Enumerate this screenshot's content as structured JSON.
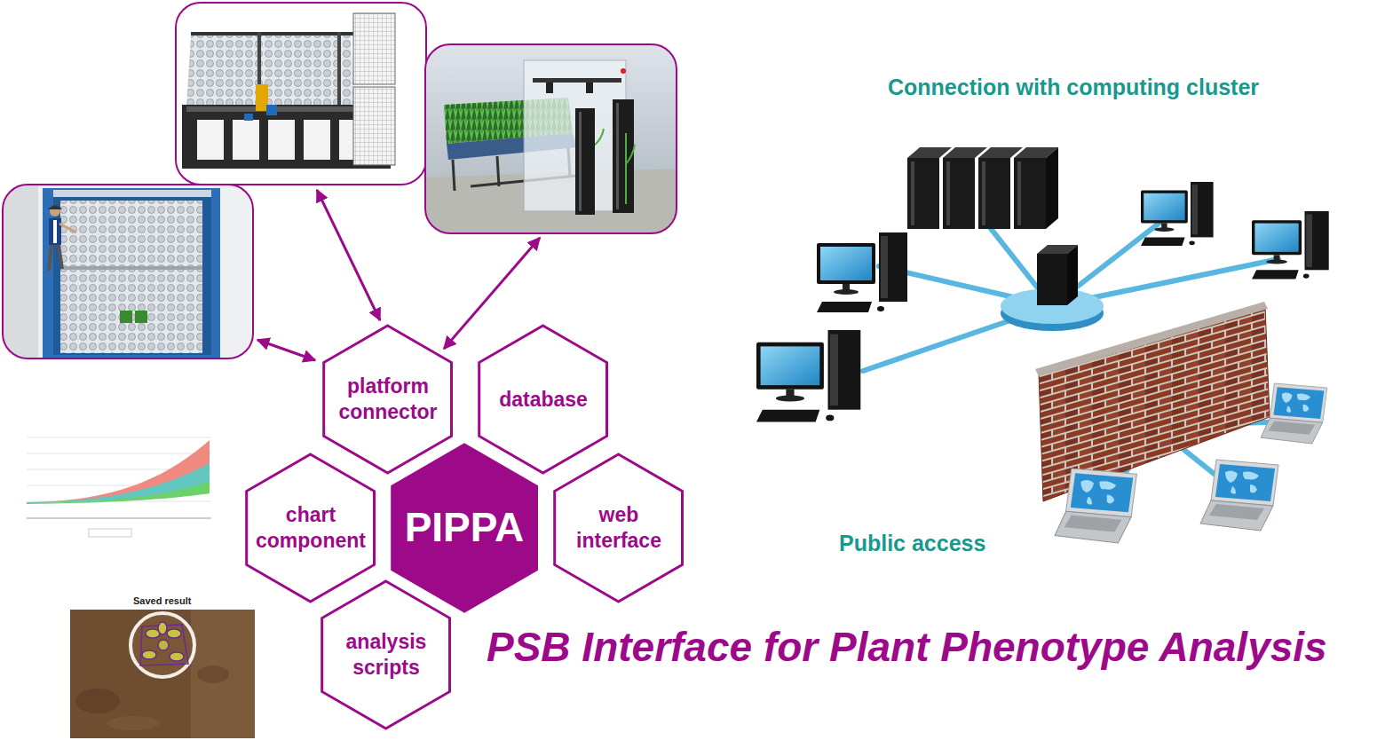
{
  "diagram": {
    "title": "PSB Interface for Plant Phenotype Analysis",
    "nodes": [
      {
        "text": [
          "platform connector"
        ]
      },
      {
        "text": [
          "database"
        ]
      },
      {
        "text": [
          "chart component"
        ]
      },
      {
        "text": [
          "PIPPA"
        ]
      },
      {
        "text": [
          "web interface"
        ]
      },
      {
        "text": [
          "analysis scripts"
        ]
      }
    ],
    "labels": [
      "Connection with computing cluster",
      "Public access",
      "Saved result"
    ]
  }
}
